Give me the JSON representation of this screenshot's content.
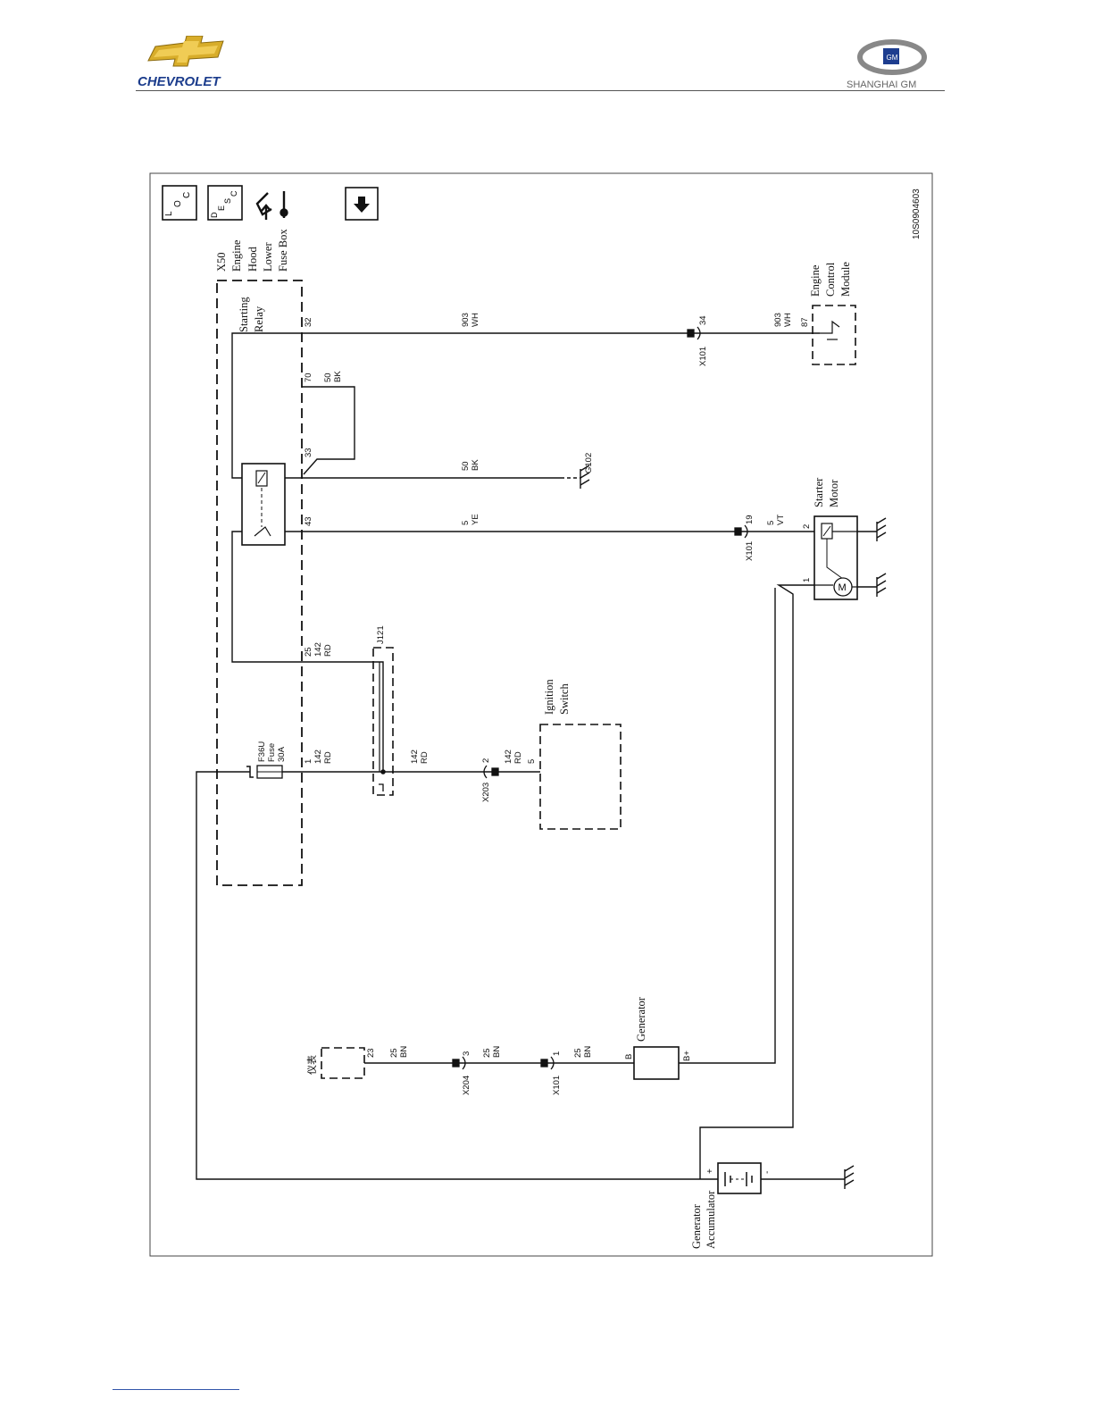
{
  "header": {
    "brand_left": "CHEVROLET",
    "brand_right": "SHANGHAI GM",
    "brand_right_badge": "GM"
  },
  "diagram": {
    "id_code": "10S0904603",
    "nav_icons": {
      "loc": "L O C",
      "desc": "D E S C",
      "down": "arrow-down-icon",
      "service": "hood-wrench-icon"
    },
    "fusebox_title": [
      "X50",
      "Engine",
      "Hood",
      "Lower",
      "Fuse Box"
    ],
    "relay_label": [
      "Starting",
      "Relay"
    ],
    "fuse_label": [
      "F36U",
      "Fuse",
      "30A"
    ],
    "ecm_label": [
      "Engine",
      "Control",
      "Module"
    ],
    "starter_label": [
      "Starter",
      "Motor"
    ],
    "ignition_label": [
      "Ignition",
      "Switch"
    ],
    "generator_label": "Generator",
    "battery_label": [
      "Generator",
      "Accumulator"
    ],
    "cluster_label": "仪表",
    "splice_label": "J121",
    "ground_g102": "G102",
    "motor_symbol": "M",
    "connectors": {
      "x101_a": "X101",
      "x101_b": "X101",
      "x101_c": "X101",
      "x203": "X203",
      "x204": "X204"
    },
    "pins": {
      "p32": "32",
      "p70": "70",
      "p33": "33",
      "p43": "43",
      "p25": "25",
      "p1": "1",
      "p34": "34",
      "p87": "87",
      "p19": "19",
      "st2": "2",
      "st1": "1",
      "x203_2": "2",
      "ign_5": "5",
      "clu_23": "23",
      "x204_3": "3",
      "x101_1": "1",
      "gen_b": "B",
      "gen_bplus": "B+",
      "bat_plus": "+",
      "bat_minus": "-"
    },
    "wires": {
      "w903_a": [
        "903",
        "WH"
      ],
      "w903_b": [
        "903",
        "WH"
      ],
      "w50_a": [
        "50",
        "BK"
      ],
      "w50_b": [
        "50",
        "BK"
      ],
      "w5_a": [
        "5",
        "YE"
      ],
      "w5_b": [
        "5",
        "VT"
      ],
      "w142_a": [
        "142",
        "RD"
      ],
      "w142_b": [
        "142",
        "RD"
      ],
      "w142_c": [
        "142",
        "RD"
      ],
      "w142_d": [
        "142",
        "RD"
      ],
      "w25_a": [
        "25",
        "BN"
      ],
      "w25_b": [
        "25",
        "BN"
      ],
      "w25_c": [
        "25",
        "BN"
      ]
    }
  }
}
